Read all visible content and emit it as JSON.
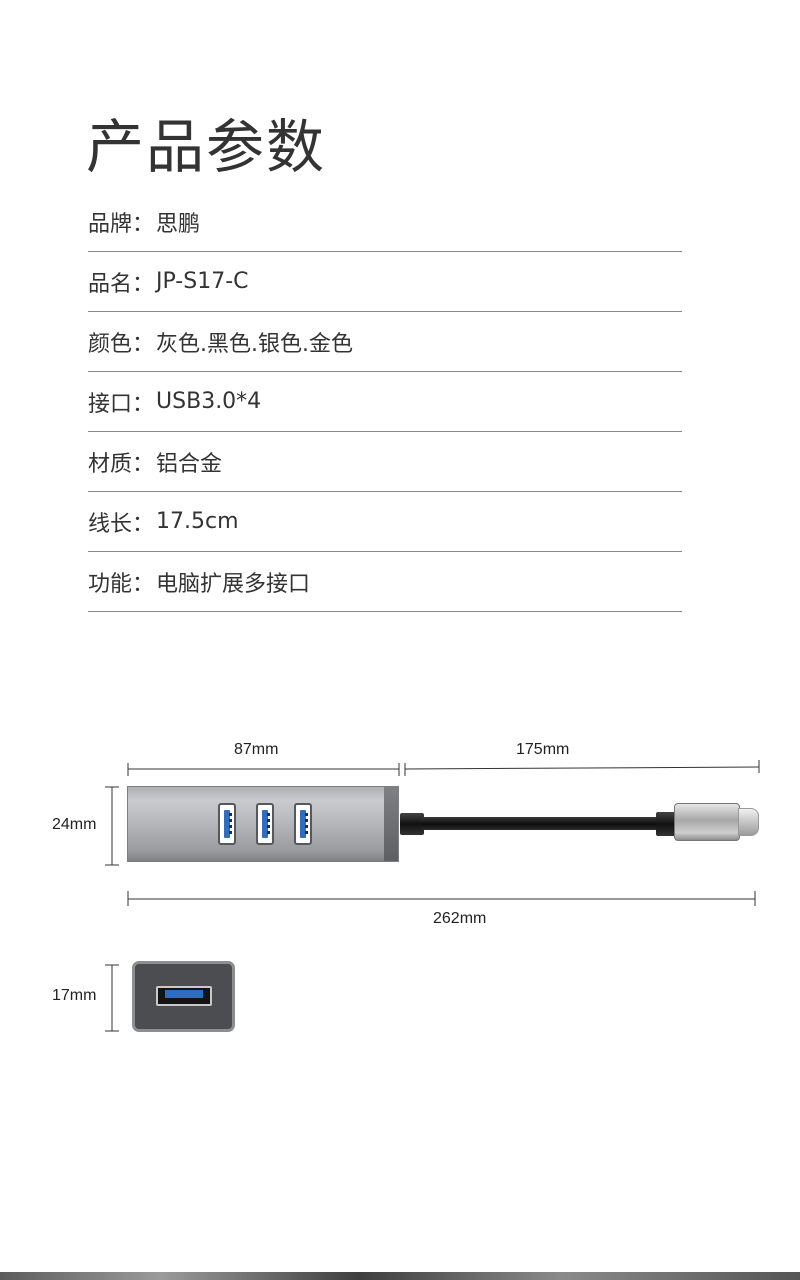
{
  "title": "产品参数",
  "specs": [
    {
      "label": "品牌",
      "value": "思鹏"
    },
    {
      "label": "品名",
      "value": "JP-S17-C"
    },
    {
      "label": "颜色",
      "value": "灰色.黑色.银色.金色"
    },
    {
      "label": "接口",
      "value": "USB3.0*4"
    },
    {
      "label": "材质",
      "value": "铝合金"
    },
    {
      "label": "线长",
      "value": "17.5cm"
    },
    {
      "label": "功能",
      "value": "电脑扩展多接口"
    }
  ],
  "dimensions": {
    "hub_length": "87mm",
    "cable_length": "175mm",
    "hub_height": "24mm",
    "total_length": "262mm",
    "side_height": "17mm"
  },
  "colors": {
    "text": "#333333",
    "divider": "#8a8a8a",
    "port_blue": "#2f6dc4"
  }
}
